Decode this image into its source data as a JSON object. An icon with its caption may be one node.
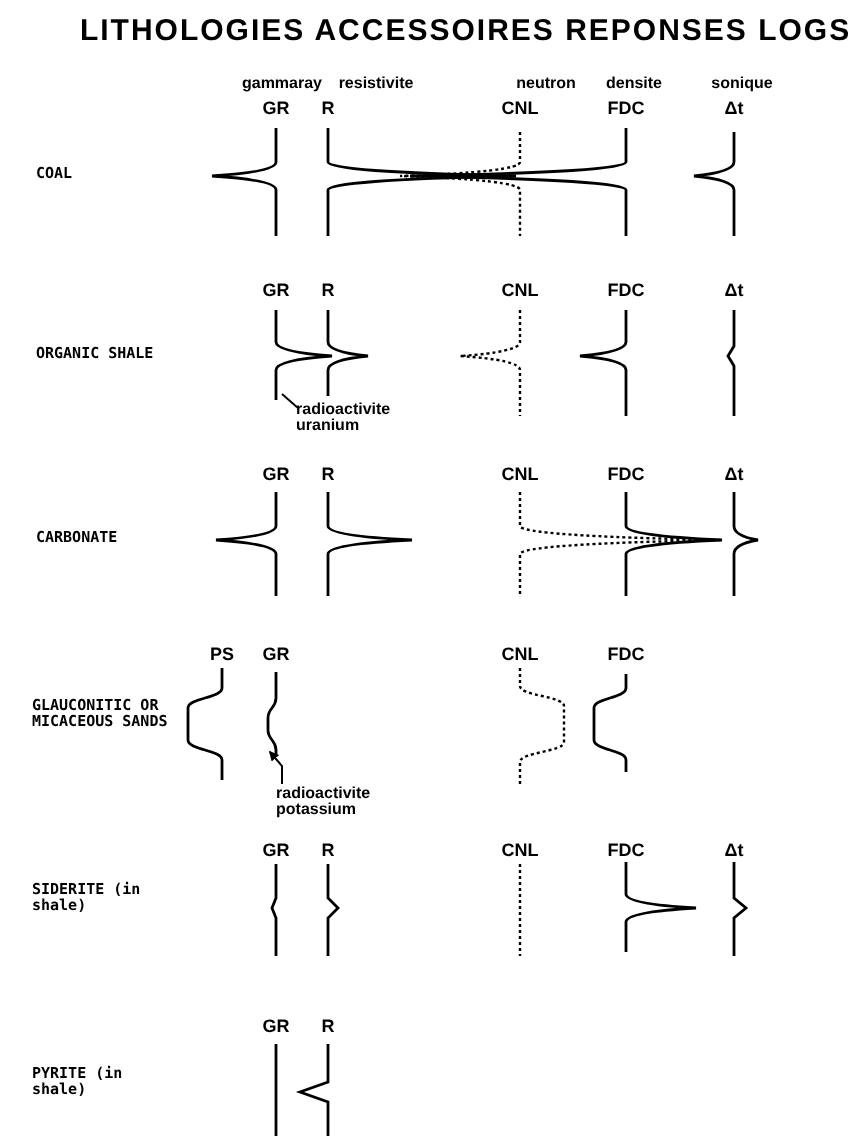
{
  "diagram": {
    "title": "LITHOLOGIES ACCESSOIRES REPONSES LOGS",
    "nodes": [
      {
        "text": [
          "radioactivite uranium"
        ]
      },
      {
        "text": [
          "radioactivite potassium"
        ]
      }
    ],
    "edges": [
      {
        "from": 0,
        "to": null,
        "arrow": "none"
      },
      {
        "from": 1,
        "to": null,
        "arrow": "to"
      }
    ],
    "labels": [
      "gammaray",
      "resistivite",
      "neutron",
      "densite",
      "sonique",
      "GR",
      "R",
      "CNL",
      "FDC",
      "Δt",
      "COAL",
      "GR",
      "R",
      "CNL",
      "FDC",
      "Δt",
      "ORGANIC SHALE",
      "GR",
      "R",
      "CNL",
      "FDC",
      "Δt",
      "CARBONATE",
      "PS",
      "GR",
      "CNL",
      "FDC",
      "GLAUCONITIC OR MICACEOUS SANDS",
      "GR",
      "R",
      "CNL",
      "FDC",
      "Δt",
      "SIDERITE (in shale)",
      "GR",
      "R",
      "PYRITE (in shale)"
    ]
  }
}
